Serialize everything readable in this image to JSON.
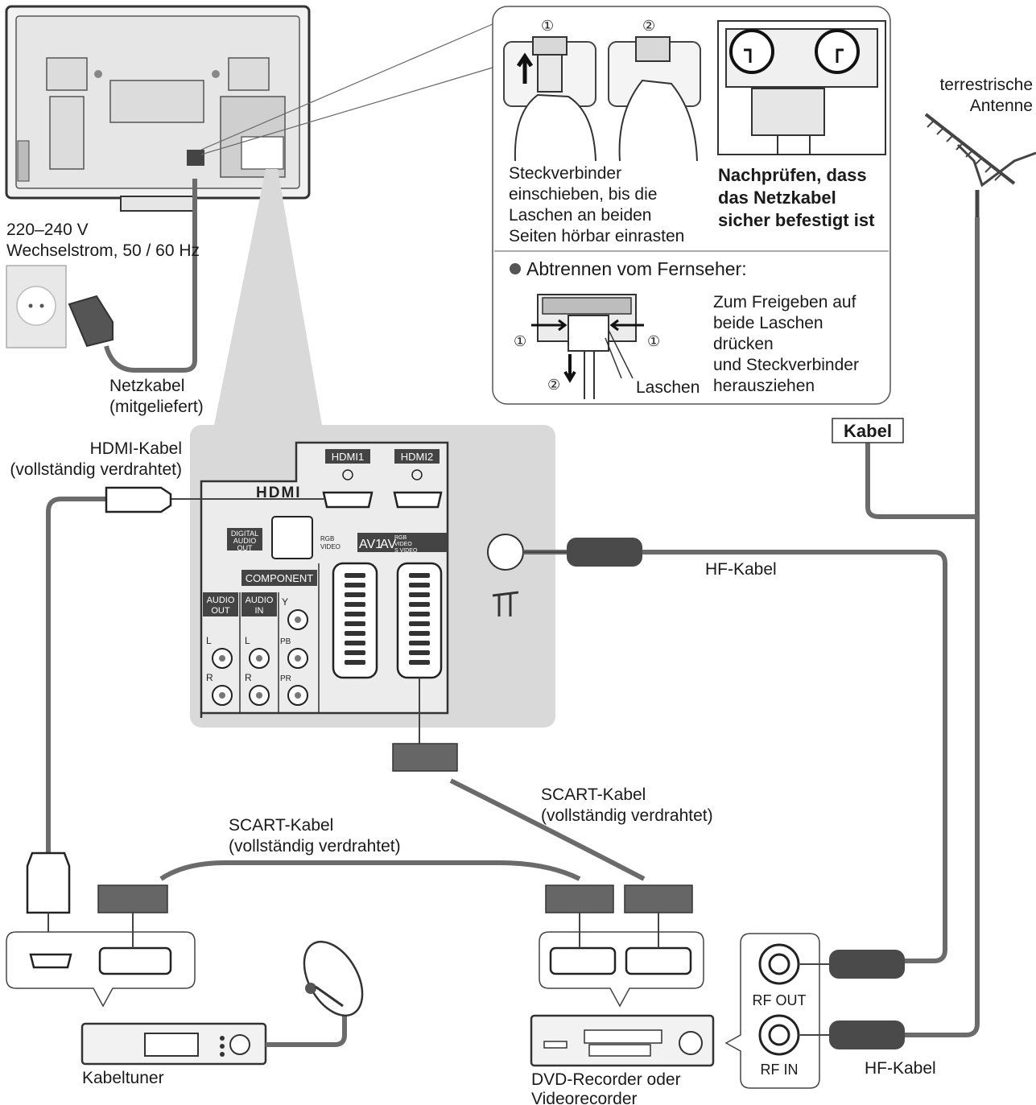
{
  "colors": {
    "cable": "#6b6b6b",
    "panel_bg": "#d9d9d9",
    "device_outline": "#333333",
    "label_box_bg": "#ffffff"
  },
  "tv": {
    "power_spec_line1": "220–240 V",
    "power_spec_line2": "Wechselstrom, 50 / 60 Hz"
  },
  "power_cable": {
    "line1": "Netzkabel",
    "line2": "(mitgeliefert)"
  },
  "inset": {
    "step1_number": "①",
    "step2_number": "②",
    "insert_text": [
      "Steckverbinder",
      "einschieben, bis die",
      "Laschen an beiden",
      "Seiten hörbar einrasten"
    ],
    "check_text": [
      "Nachprüfen, dass",
      "das Netzkabel",
      "sicher befestigt ist"
    ],
    "disconnect_heading": "Abtrennen vom Fernseher:",
    "release_text": [
      "Zum Freigeben auf",
      "beide Laschen",
      "drücken",
      "und Steckverbinder"
    ],
    "tabs_label": "Laschen",
    "pull_out": "herausziehen"
  },
  "antenna": {
    "line1": "terrestrische",
    "line2": "Antenne"
  },
  "kabel_box": "Kabel",
  "hdmi_cable": {
    "line1": "HDMI-Kabel",
    "line2": "(vollständig verdrahtet)"
  },
  "panel": {
    "hdmi1": "HDMI1",
    "hdmi2": "HDMI2",
    "hdmi_logo": "HDMI",
    "digital_audio": [
      "DIGITAL",
      "AUDIO",
      "OUT"
    ],
    "av1": "AV1",
    "av2": "AV",
    "rgb_video": [
      "RGB",
      "VIDEO"
    ],
    "rgb_video_svideo": [
      "RGB",
      "VIDEO",
      "S VIDEO"
    ],
    "component": "COMPONENT",
    "audio_out": [
      "AUDIO",
      "OUT"
    ],
    "audio_in": [
      "AUDIO",
      "IN"
    ],
    "l": "L",
    "r": "R",
    "y": "Y",
    "pb": "PB",
    "pr": "PR"
  },
  "hf_cable_top": "HF-Kabel",
  "scart_right": {
    "line1": "SCART-Kabel",
    "line2": "(vollständig verdrahtet)"
  },
  "scart_left": {
    "line1": "SCART-Kabel",
    "line2": "(vollständig verdrahtet)"
  },
  "rf_out": "RF OUT",
  "rf_in": "RF IN",
  "hf_cable_bottom": "HF-Kabel",
  "tuner_label": "Kabeltuner",
  "dvd_label_line1": "DVD-Recorder oder",
  "dvd_label_line2": "Videorecorder"
}
